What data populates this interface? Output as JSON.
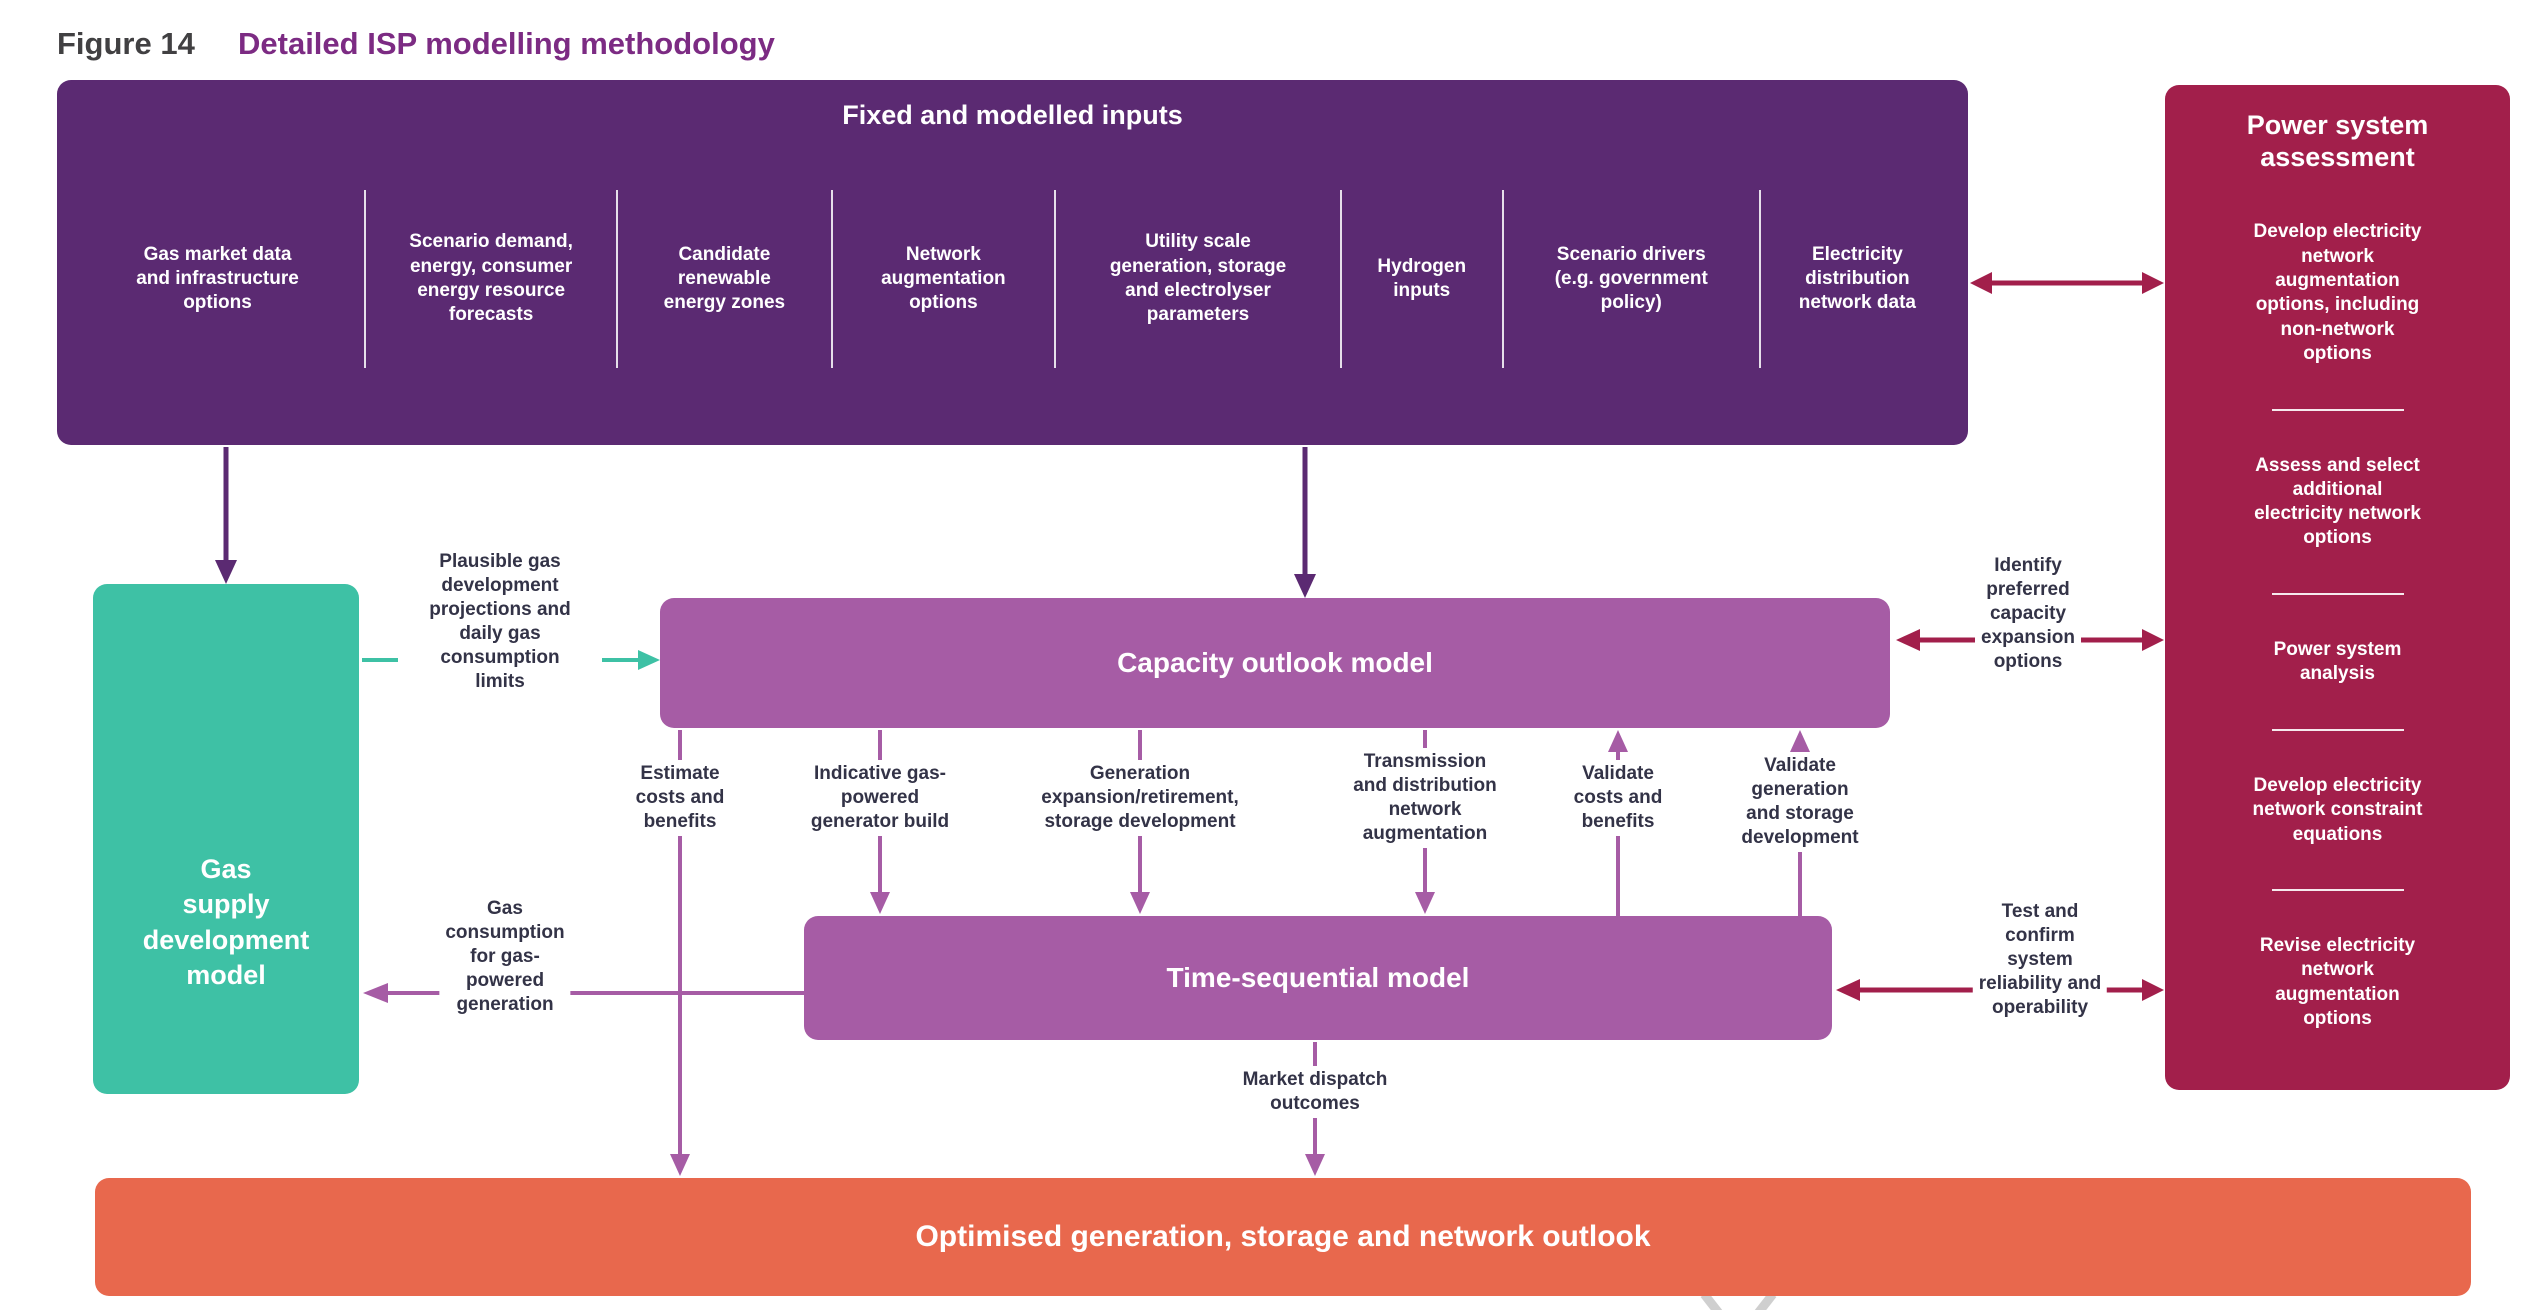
{
  "figure": {
    "number": "Figure 14",
    "title": "Detailed ISP modelling methodology"
  },
  "colors": {
    "inputs_box": "#5B2A72",
    "model_boxes": "#A65CA5",
    "power_assessment_box": "#A21F4B",
    "gas_model_box": "#3EC1A5",
    "outcome_box": "#E8684D",
    "figure_number_text": "#414042",
    "figure_title_text": "#7C2B83",
    "flow_label_text": "#333347"
  },
  "fixed_inputs": {
    "title": "Fixed and modelled inputs",
    "columns": [
      "Gas market data\nand infrastructure\noptions",
      "Scenario demand,\nenergy, consumer\nenergy resource\nforecasts",
      "Candidate\nrenewable\nenergy zones",
      "Network\naugmentation\noptions",
      "Utility scale\ngeneration, storage\nand electrolyser\nparameters",
      "Hydrogen\ninputs",
      "Scenario drivers\n(e.g. government\npolicy)",
      "Electricity\ndistribution\nnetwork data"
    ]
  },
  "power_system_assessment": {
    "title": "Power system\nassessment",
    "items": [
      "Develop electricity\nnetwork\naugmentation\noptions, including\nnon-network\noptions",
      "Assess and select\nadditional\nelectricity network\noptions",
      "Power system\nanalysis",
      "Develop electricity\nnetwork constraint\nequations",
      "Revise electricity\nnetwork\naugmentation\noptions"
    ]
  },
  "models": {
    "gas_supply": "Gas\nsupply\ndevelopment\nmodel",
    "capacity_outlook": "Capacity outlook model",
    "time_sequential": "Time-sequential model",
    "optimised_outlook": "Optimised generation, storage and network outlook"
  },
  "flow_labels": {
    "plausible_gas": "Plausible gas\ndevelopment\nprojections and\ndaily gas\nconsumption\nlimits",
    "estimate_costs": "Estimate\ncosts and\nbenefits",
    "indicative_gas": "Indicative gas-\npowered\ngenerator build",
    "generation_expansion": "Generation\nexpansion/retirement,\nstorage development",
    "transmission_augmentation": "Transmission\nand distribution\nnetwork\naugmentation",
    "validate_costs": "Validate\ncosts and\nbenefits",
    "validate_generation": "Validate\ngeneration\nand storage\ndevelopment",
    "identify_preferred": "Identify\npreferred\ncapacity\nexpansion\noptions",
    "test_confirm": "Test and\nconfirm\nsystem\nreliability and\noperability",
    "gas_consumption": "Gas\nconsumption\nfor gas-\npowered\ngeneration",
    "market_dispatch": "Market dispatch\noutcomes"
  }
}
